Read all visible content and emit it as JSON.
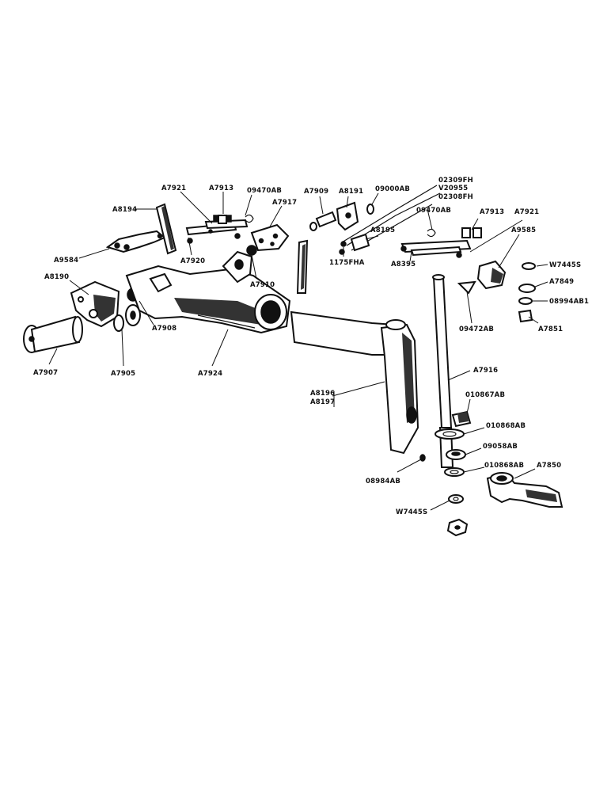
{
  "labels": {
    "A7921_left": "A7921",
    "A7913_left": "A7913",
    "09470AB_left": "09470AB",
    "A7917": "A7917",
    "A8194": "A8194",
    "A9584": "A9584",
    "A7920": "A7920",
    "A7910": "A7910",
    "A8190": "A8190",
    "A7908": "A7908",
    "A7905": "A7905",
    "A7907": "A7907",
    "A7924": "A7924",
    "A7909": "A7909",
    "A8191": "A8191",
    "09000AB": "09000AB",
    "02309FH": "02309FH",
    "V20955": "V20955",
    "02308FH": "02308FH",
    "09470AB_right": "09470AB",
    "A8195": "A8195",
    "1175FHA": "1175FHA",
    "A7913_right": "A7913",
    "A7921_right": "A7921",
    "A9585": "A9585",
    "A8395": "A8395",
    "W7445S_top": "W7445S",
    "A7849": "A7849",
    "08994AB1": "08994AB1",
    "09472AB": "09472AB",
    "A7851": "A7851",
    "A7916": "A7916",
    "A8196": "A8196",
    "A8197": "A8197",
    "010867AB": "010867AB",
    "010868AB_top": "010868AB",
    "09058AB": "09058AB",
    "010868AB_bottom": "010868AB",
    "A7850": "A7850",
    "08984AB": "08984AB",
    "W7445S_bottom": "W7445S"
  }
}
